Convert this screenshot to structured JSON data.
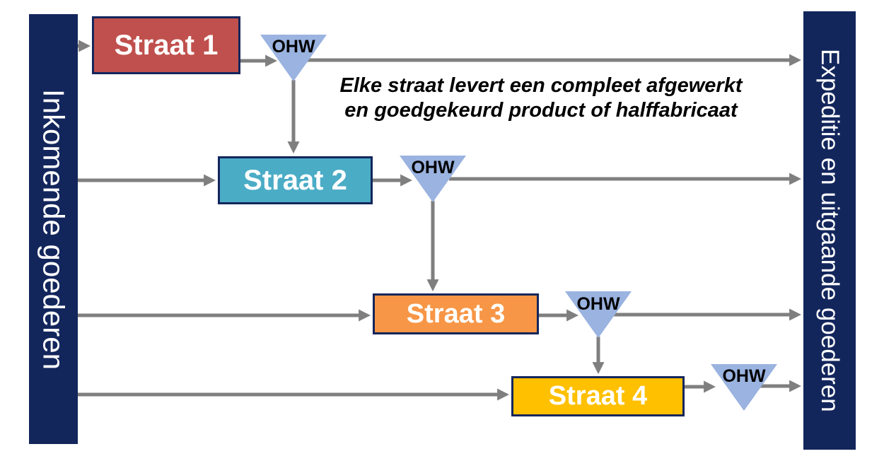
{
  "left_bar": {
    "label": "Inkomende goederen"
  },
  "right_bar": {
    "label": "Expeditie en uitgaande goederen"
  },
  "annotation": {
    "line1": "Elke straat levert een compleet afgewerkt",
    "line2": "en goedgekeurd product of halffabricaat"
  },
  "stations": [
    {
      "label": "Straat 1",
      "color": "#c0504d",
      "ohw_label": "OHW"
    },
    {
      "label": "Straat 2",
      "color": "#4bacc6",
      "ohw_label": "OHW"
    },
    {
      "label": "Straat 3",
      "color": "#f79646",
      "ohw_label": "OHW"
    },
    {
      "label": "Straat 4",
      "color": "#ffc000",
      "ohw_label": "OHW"
    }
  ],
  "colors": {
    "bar_navy": "#13265c",
    "box_border_navy": "#13265c",
    "triangle_blue": "#9ab3e0",
    "arrow_gray": "#7f7f7f",
    "box_text": "#ffffff",
    "annotation_text": "#000000"
  }
}
